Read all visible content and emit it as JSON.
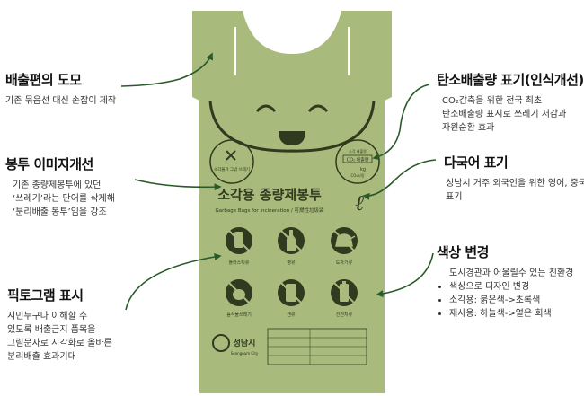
{
  "bag": {
    "title": "소각용 종량제봉투",
    "subtitle": "Garbage Bags for Incineration / 可燃性垃圾袋",
    "brand": "성남시",
    "brand_en": "Seongnam City",
    "script_mark": "ℓ",
    "carbon_badge": {
      "top": "소각 배출량",
      "label": "CO₂ 배출량",
      "value": "kg",
      "unit": "CO₂e/장"
    },
    "no_sign_caption": "소각불가 그밖 쓰레기",
    "pictograms": [
      {
        "icon": "bottle-can-icon",
        "caption": "플라스틱류"
      },
      {
        "icon": "glass-bottle-icon",
        "caption": "병류"
      },
      {
        "icon": "teapot-icon",
        "caption": "도자기류"
      },
      {
        "icon": "food-waste-icon",
        "caption": "음식물쓰레기"
      },
      {
        "icon": "can-icon",
        "caption": "캔류"
      },
      {
        "icon": "battery-icon",
        "caption": "건전지류"
      }
    ],
    "colors": {
      "bag": "#a9bb7c",
      "dark": "#2f3a1f",
      "outline": "#3b4a26"
    }
  },
  "callouts": {
    "handle": {
      "title": "배출편의 도모",
      "desc": [
        "기존 묶음선 대신 손잡이 제작"
      ]
    },
    "image": {
      "title": "봉투 이미지개선",
      "desc": [
        "기존 종량제봉투에 있던",
        "‘쓰레기’라는 단어를 삭제해",
        "‘분리배출 봉투’임을 강조"
      ]
    },
    "pictogram": {
      "title": "픽토그램 표시",
      "desc": [
        "시민누구나 이해할 수",
        "있도록  배출금지 품목을",
        "그림문자로 시각화로 올바른",
        "분리배출 효과기대"
      ]
    },
    "carbon": {
      "title": "탄소배출량 표기(인식개선)",
      "desc": [
        "CO₂감축을 위한 전국 최초",
        "탄소배출량 표시로 쓰레기 저감과",
        "자원순환 효과"
      ]
    },
    "multilang": {
      "title": "다국어 표기",
      "desc": [
        "성남시 거주 외국인을 위한 영어, 중국어",
        "표기"
      ]
    },
    "color": {
      "title": "색상 변경",
      "items": [
        "도시경관과 어울릴수 있는 친환경 색상으로 디자인 변경",
        "소각용: 붉은색->초록색",
        "재사용: 하늘색->옅은 회색"
      ]
    }
  }
}
